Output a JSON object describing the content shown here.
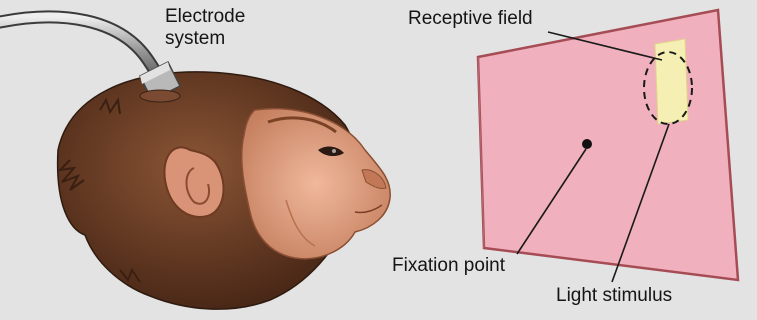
{
  "labels": {
    "electrode": "Electrode\nsystem",
    "receptive_field": "Receptive field",
    "fixation_point": "Fixation point",
    "light_stimulus": "Light stimulus"
  },
  "colors": {
    "screen_fill": "#f1b0bd",
    "screen_stroke": "#a54c55",
    "stimulus": "#f6efb4",
    "fur_dark": "#5f3521",
    "fur_mid": "#8b5535",
    "face_skin": "#e2a487",
    "electrode_metal": "#a8a8a8"
  }
}
